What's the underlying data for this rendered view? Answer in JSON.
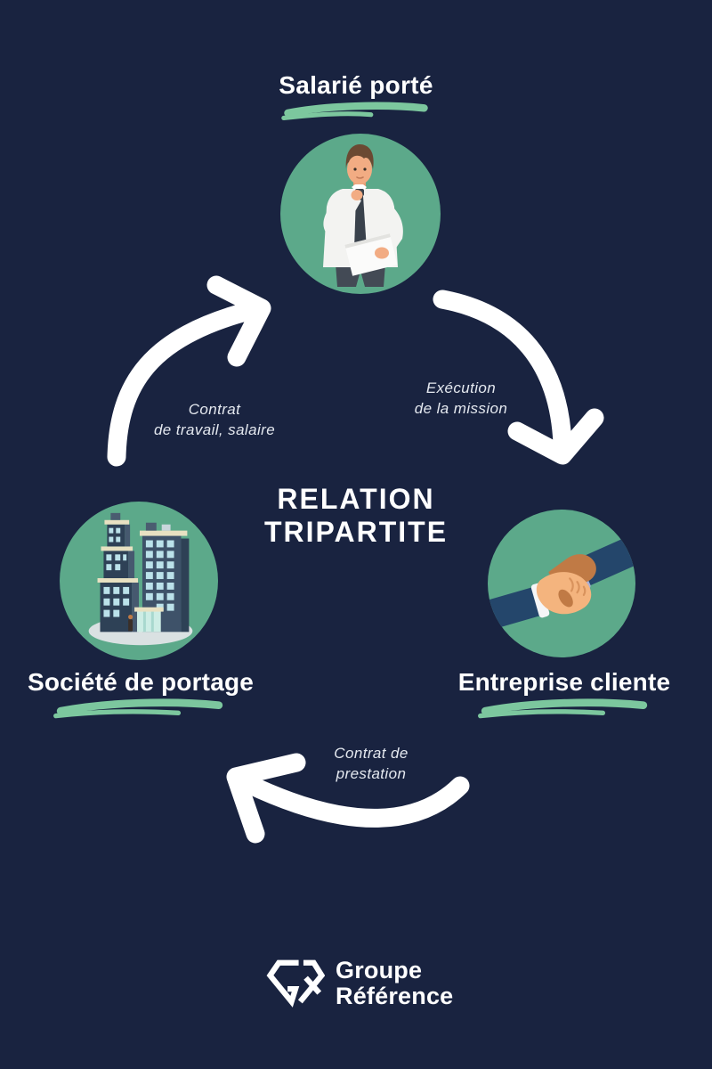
{
  "poster": {
    "center_title_line1": "RELATION",
    "center_title_line2": "TRIPARTITE"
  },
  "nodes": {
    "top": {
      "label": "Salarié porté",
      "icon": "businessman-icon"
    },
    "left": {
      "label": "Société de portage",
      "icon": "office-buildings-icon"
    },
    "right": {
      "label": "Entreprise cliente",
      "icon": "handshake-icon"
    }
  },
  "arrows": {
    "left": {
      "line1": "Contrat",
      "line2": "de travail, salaire",
      "direction": "societe-de-portage → salarié porté"
    },
    "right": {
      "line1": "Exécution",
      "line2": "de la mission",
      "direction": "salarié porté → entreprise cliente"
    },
    "bottom": {
      "line1": "Contrat de",
      "line2": "prestation",
      "direction": "entreprise cliente → société de portage"
    }
  },
  "footer": {
    "brand_line1": "Groupe",
    "brand_line2": "Référence",
    "logo": "gr-monogram-icon"
  },
  "colors": {
    "background": "#192340",
    "circle_green": "#5CA98A",
    "swoosh_green": "#7CC79E",
    "arrow_white": "#FFFFFF",
    "label_text": "#E4E8EF"
  }
}
